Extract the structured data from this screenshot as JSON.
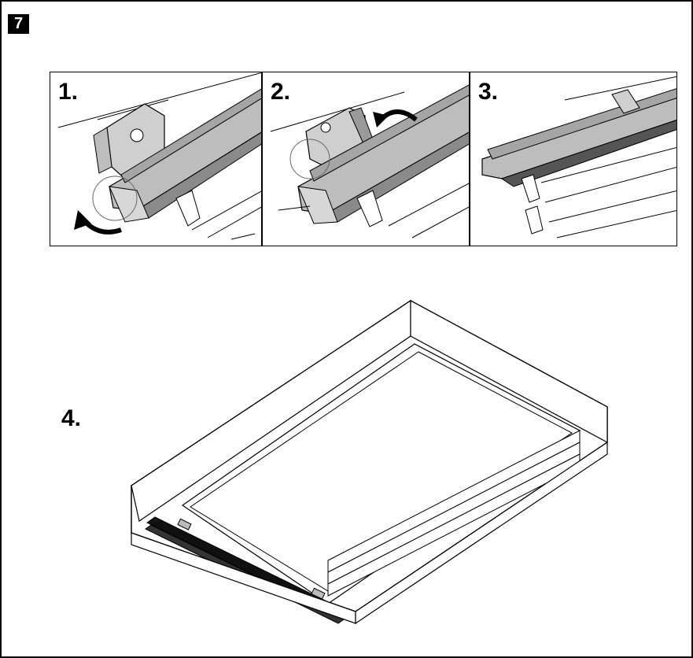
{
  "step_number": "7",
  "panels": [
    {
      "label": "1."
    },
    {
      "label": "2."
    },
    {
      "label": "3."
    }
  ],
  "overview_label": "4.",
  "colors": {
    "profile_gray": "#bdbdbd",
    "dark_gray": "#6b6b6b",
    "line": "#000000"
  }
}
